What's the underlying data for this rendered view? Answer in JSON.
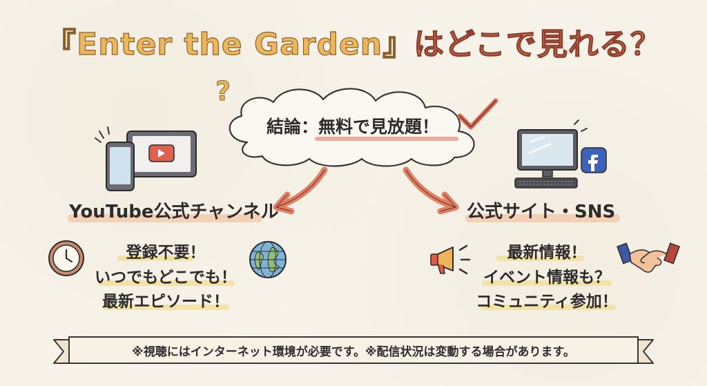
{
  "title": {
    "part1": "『Enter the Garden』",
    "part2": "はどこで見れる？"
  },
  "conclusion": {
    "text": "結論：無料で見放題！"
  },
  "left": {
    "label": "YouTube公式チャンネル",
    "lines": [
      "登録不要！",
      "いつでもどこでも！",
      "最新エピソード！"
    ]
  },
  "right": {
    "label": "公式サイト・SNS",
    "lines": [
      "最新情報！",
      "イベント情報も？",
      "コミュニティ参加！"
    ]
  },
  "note": {
    "text": "※視聴にはインターネット環境が必要です。※配信状況は変動する場合があります。"
  },
  "icons": {
    "left": [
      "tablet-phone-icon",
      "play-icon",
      "clock-icon",
      "globe-icon"
    ],
    "right": [
      "desktop-computer-icon",
      "facebook-icon",
      "megaphone-icon",
      "handshake-icon"
    ],
    "other": [
      "question-mark-icon",
      "checkmark-icon",
      "arrow-left-icon",
      "arrow-right-icon"
    ]
  },
  "colors": {
    "title_yellow": "#ebb65c",
    "title_coral": "#dd7d62",
    "arrow": "#e07f64",
    "banner": "#f4ecdc"
  }
}
